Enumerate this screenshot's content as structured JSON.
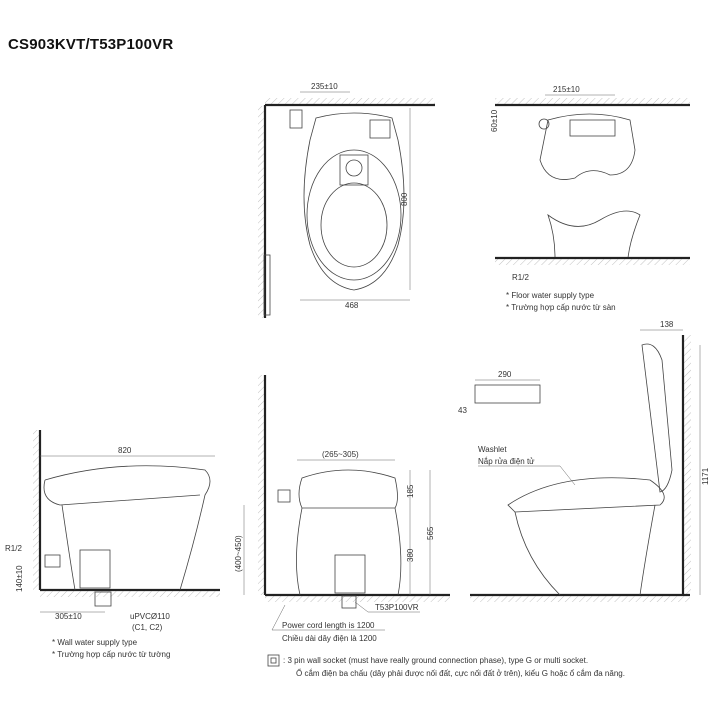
{
  "title": "CS903KVT/T53P100VR",
  "top_view": {
    "dim_width_offset": "235±10",
    "dim_length": "800",
    "dim_width": "468"
  },
  "side_top_view": {
    "dim_offset": "215±10",
    "dim_height": "60±10",
    "pipe_label": "R1/2",
    "notes": [
      "* Floor water supply type",
      "* Trường hợp cấp nước từ sàn"
    ]
  },
  "side_left_view": {
    "dim_length": "820",
    "pipe_label": "R1/2",
    "dim_pipe_height": "140±10",
    "dim_drain_offset": "305±10",
    "drain_label": "uPVCØ110",
    "drain_sub": "(C1, C2)",
    "notes": [
      "* Wall water supply type",
      "* Trường hợp cấp nước từ tường"
    ]
  },
  "front_view": {
    "dim_drain_range": "(265~305)",
    "dim_lid": "185",
    "dim_seat": "380",
    "dim_total": "565",
    "dim_socket": "(400~450)",
    "model_label": "T53P100VR",
    "cord_en": "Power cord length is 1200",
    "cord_vi": "Chiều dài dây điện là 1200"
  },
  "right_view": {
    "remote_width": "290",
    "remote_height": "43",
    "dim_depth": "138",
    "dim_height": "1171",
    "washlet_en": "Washlet",
    "washlet_vi": "Nắp rửa điện tử"
  },
  "socket_note": {
    "en": ": 3 pin wall socket (must have really ground connection phase), type G or multi socket.",
    "vi": "Ổ cắm điện ba chấu (dây phải được nối đất, cực nối đất ở trên), kiểu G hoặc ổ cắm đa năng."
  }
}
